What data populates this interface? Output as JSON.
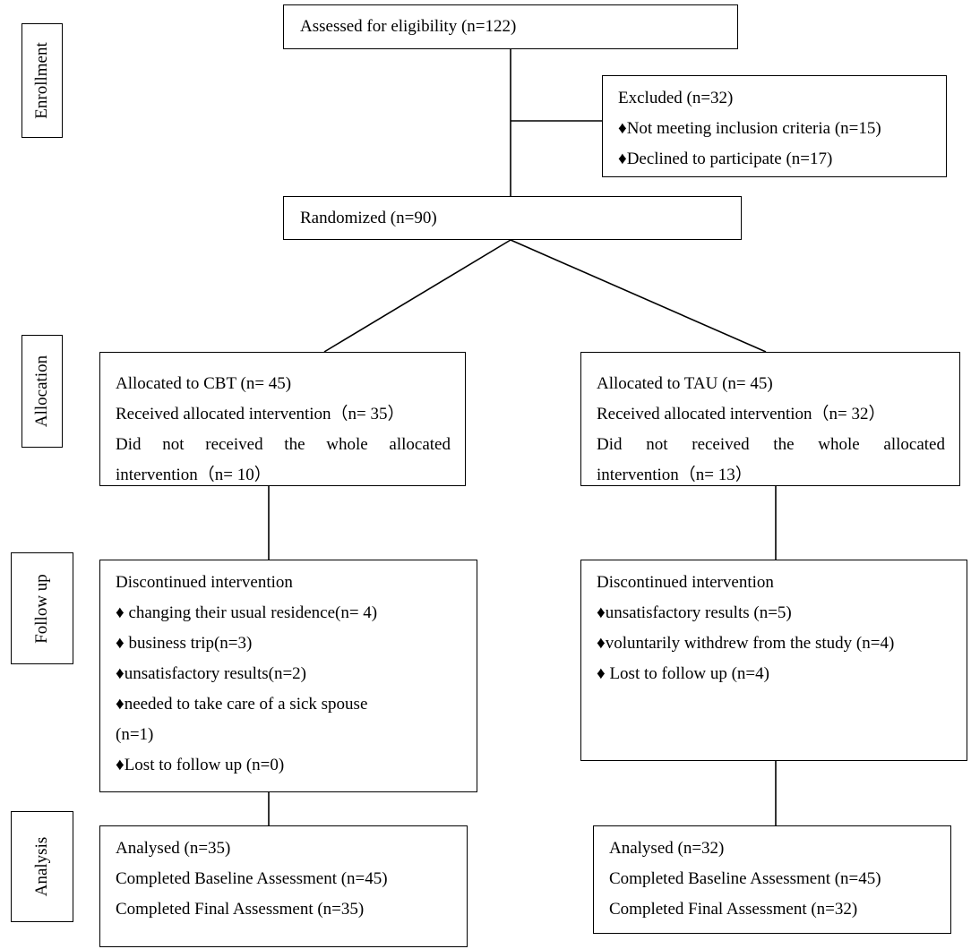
{
  "stages": {
    "enrollment": "Enrollment",
    "allocation": "Allocation",
    "follow_up": "Follow up",
    "analysis": "Analysis"
  },
  "assessed": "Assessed for eligibility (n=122)",
  "excluded": {
    "title": "Excluded (n=32)",
    "items": [
      "♦Not meeting inclusion criteria (n=15)",
      "♦Declined to participate (n=17)"
    ]
  },
  "randomized": "Randomized (n=90)",
  "allocation": {
    "cbt": {
      "line1": "Allocated to CBT (n= 45)",
      "line2": "Received allocated intervention（n= 35）",
      "line3": "Did not received the whole allocated",
      "line4": "intervention（n= 10）"
    },
    "tau": {
      "line1": "Allocated to TAU (n= 45)",
      "line2": "Received allocated intervention（n= 32）",
      "line3": "Did not received the whole allocated",
      "line4": "intervention（n= 13）"
    }
  },
  "followup": {
    "cbt": {
      "title": "Discontinued intervention",
      "items": [
        "♦ changing their usual residence(n= 4)",
        "♦ business trip(n=3)",
        "♦unsatisfactory results(n=2)",
        "♦needed to take care of a sick spouse",
        "(n=1)",
        "♦Lost to follow up (n=0)"
      ]
    },
    "tau": {
      "title": "Discontinued intervention",
      "items": [
        "♦unsatisfactory results (n=5)",
        "♦voluntarily withdrew from the study (n=4)",
        "♦ Lost to follow up (n=4)"
      ]
    }
  },
  "analysis": {
    "cbt": {
      "line1": "Analysed (n=35)",
      "line2": "Completed Baseline Assessment (n=45)",
      "line3": "Completed Final Assessment (n=35)"
    },
    "tau": {
      "line1": "Analysed (n=32)",
      "line2": "Completed Baseline Assessment (n=45)",
      "line3": "Completed Final Assessment (n=32)"
    }
  }
}
